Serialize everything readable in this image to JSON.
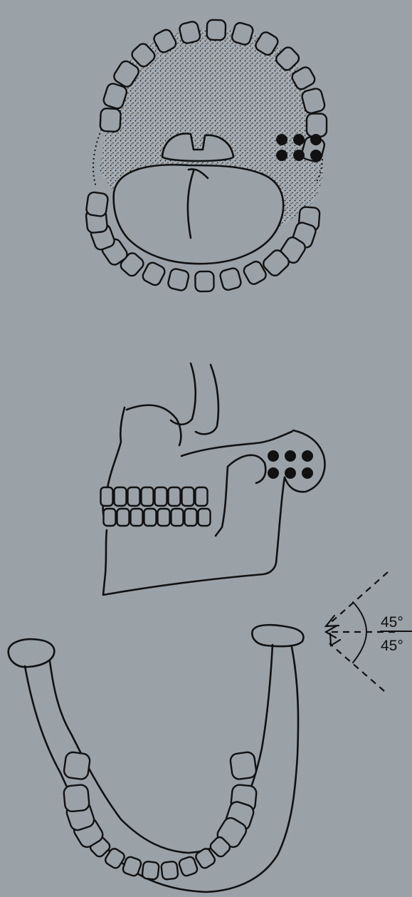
{
  "angle_labels": {
    "upper": "45°",
    "lower": "45°"
  },
  "injection_dots": {
    "palate_count": 6,
    "temporal_count": 6
  }
}
